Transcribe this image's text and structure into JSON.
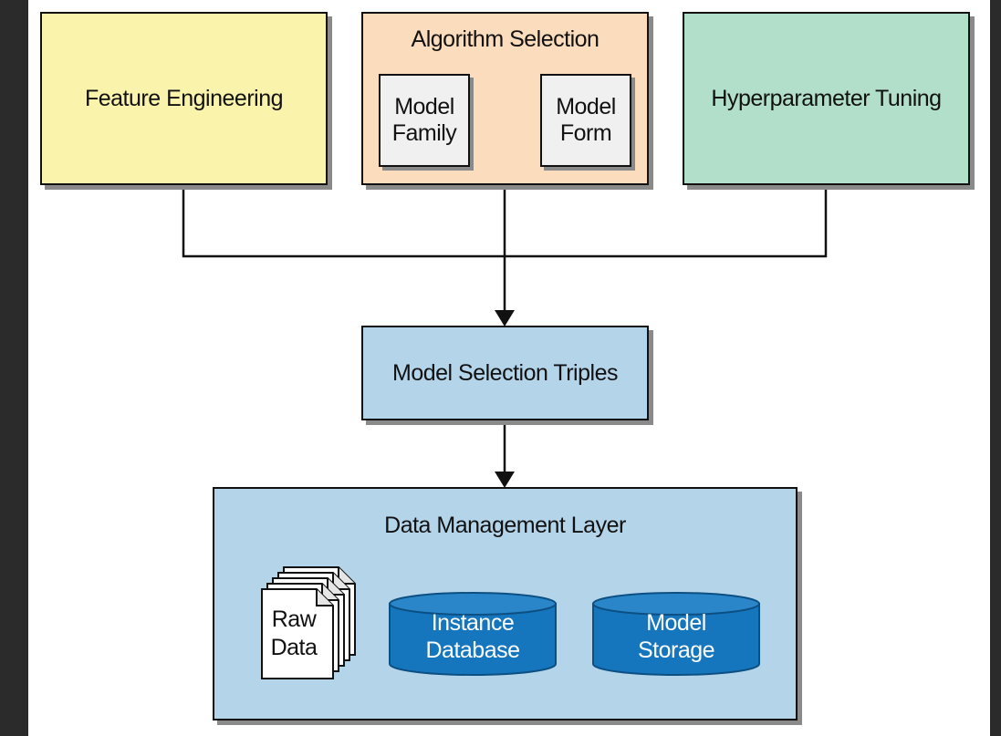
{
  "feature_engineering": {
    "label": "Feature Engineering"
  },
  "algorithm_selection": {
    "title": "Algorithm Selection",
    "model_family": "Model\nFamily",
    "model_form": "Model\nForm"
  },
  "hyperparameter_tuning": {
    "label": "Hyperparameter Tuning"
  },
  "model_selection_triples": {
    "label": "Model Selection Triples"
  },
  "data_management_layer": {
    "title": "Data Management Layer",
    "raw_data": "Raw\nData",
    "instance_database": "Instance\nDatabase",
    "model_storage": "Model\nStorage"
  },
  "colors": {
    "yellow": "#faf3ab",
    "peach": "#fbdcbc",
    "green": "#b2dfca",
    "blue": "#b4d4ea",
    "cylinder": "#1576bd"
  }
}
